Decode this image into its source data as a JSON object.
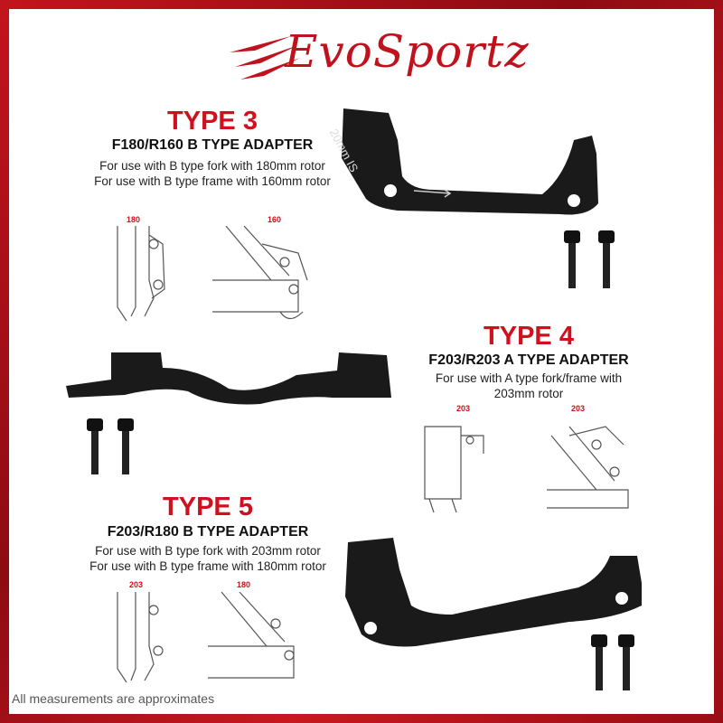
{
  "brand": {
    "logo_text": "EvoSportz",
    "accent_color": "#c0121d"
  },
  "type3": {
    "title": "TYPE 3",
    "subtitle": "F180/R160 B TYPE ADAPTER",
    "lines": [
      "For use with B type fork with 180mm rotor",
      "For use with B type frame with 160mm rotor"
    ],
    "diagram_labels": [
      "180",
      "160"
    ],
    "engraving": "20mm IS"
  },
  "type4": {
    "title": "TYPE 4",
    "subtitle": "F203/R203 A TYPE ADAPTER",
    "lines": [
      "For use with A type fork/frame with",
      "203mm rotor"
    ],
    "diagram_labels": [
      "203",
      "203"
    ]
  },
  "type5": {
    "title": "TYPE 5",
    "subtitle": "F203/R180 B TYPE ADAPTER",
    "lines": [
      "For use with B type fork with 203mm rotor",
      "For use with B type frame with 180mm rotor"
    ],
    "diagram_labels": [
      "203",
      "180"
    ]
  },
  "footer": "All measurements are approximates"
}
